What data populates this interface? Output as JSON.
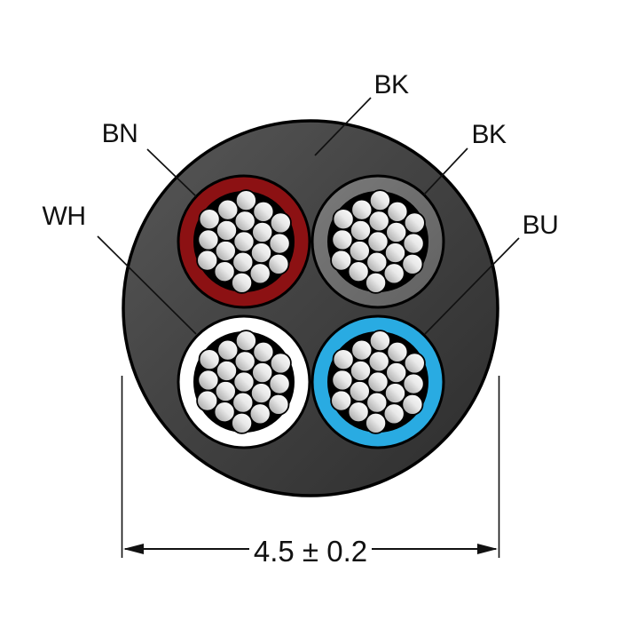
{
  "diagram": {
    "type": "cable-cross-section",
    "labels": {
      "jacket": "BK",
      "core_top_left": "BN",
      "core_top_right": "BK",
      "core_bottom_left": "WH",
      "core_bottom_right": "BU"
    },
    "dimension": {
      "value": "4.5 ± 0.2"
    },
    "colors": {
      "jacket": "#3E3E3E",
      "core_bn": "#8C1113",
      "core_bk": "#6E6E6E",
      "core_wh": "#FFFFFF",
      "core_bu": "#29ABE2",
      "strand_light": "#FFFFFF",
      "strand_dark": "#9E9E9E",
      "outline": "#000000"
    }
  }
}
